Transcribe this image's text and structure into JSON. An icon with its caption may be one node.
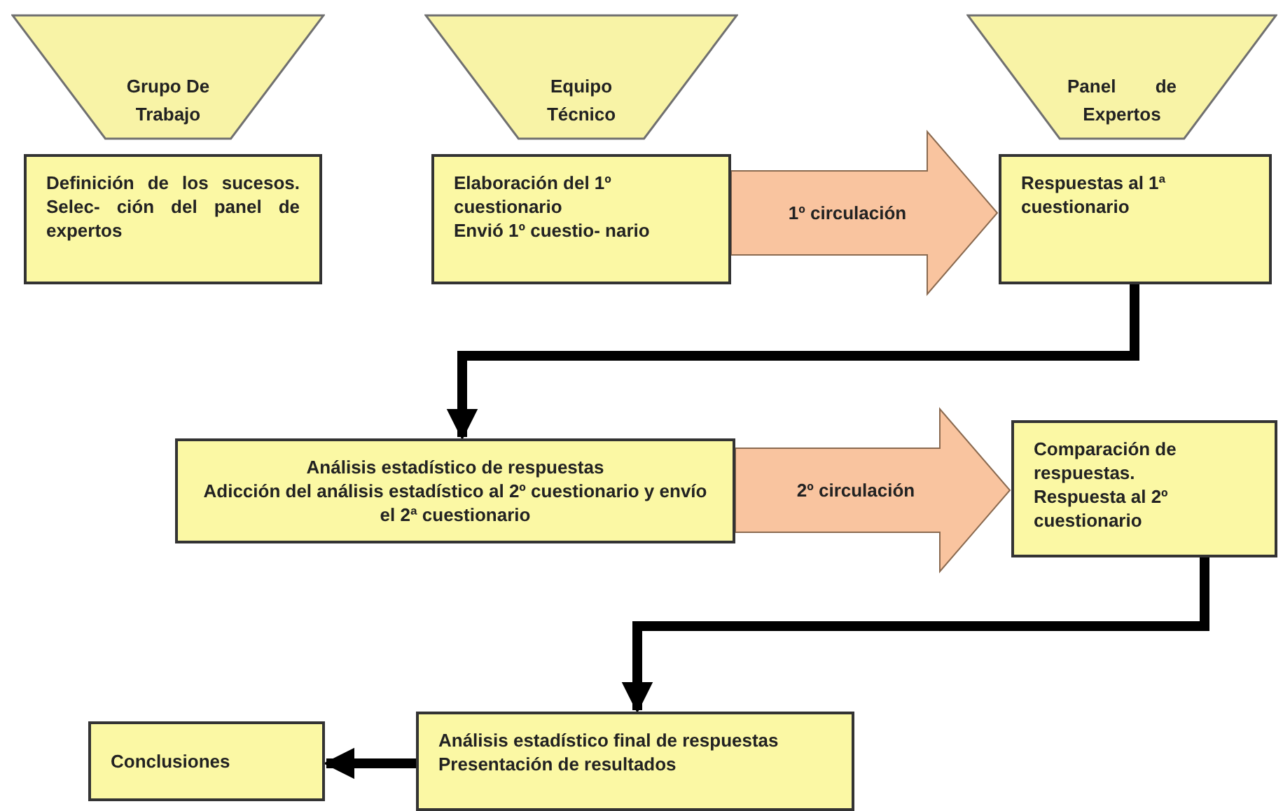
{
  "diagram": {
    "nodes": [
      {
        "text": [
          "Grupo De Trabajo"
        ]
      },
      {
        "text": [
          "Equipo Técnico"
        ]
      },
      {
        "text": [
          "Panel de Expertos"
        ]
      },
      {
        "text": [
          "Definición de los sucesos. Selec- ción del panel de expertos"
        ]
      },
      {
        "text": [
          "Elaboración del 1º cuestionario",
          "Envió 1º cuestio- nario"
        ]
      },
      {
        "text": [
          "Respuestas al 1ª cuestionario"
        ]
      },
      {
        "text": [
          "Análisis estadístico de respuestas",
          "Adicción del análisis estadístico al 2º cuestionario y envío el 2ª cuestionario"
        ]
      },
      {
        "text": [
          "Comparación de respuestas.",
          "Respuesta al 2º cuestionario"
        ]
      },
      {
        "text": [
          "Análisis estadístico final de respuestas",
          "Presentación de resultados"
        ]
      },
      {
        "text": [
          "Conclusiones"
        ]
      }
    ],
    "edges": [
      {
        "from": 4,
        "to": 5,
        "arrow": "to",
        "label": "1º circulación",
        "style": "thick",
        "color": "#f9c49f"
      },
      {
        "from": 5,
        "to": 6,
        "arrow": "to"
      },
      {
        "from": 6,
        "to": 7,
        "arrow": "to",
        "label": "2º circulación",
        "style": "thick",
        "color": "#f9c49f"
      },
      {
        "from": 7,
        "to": 8,
        "arrow": "to"
      },
      {
        "from": 8,
        "to": 9,
        "arrow": "to"
      }
    ]
  }
}
